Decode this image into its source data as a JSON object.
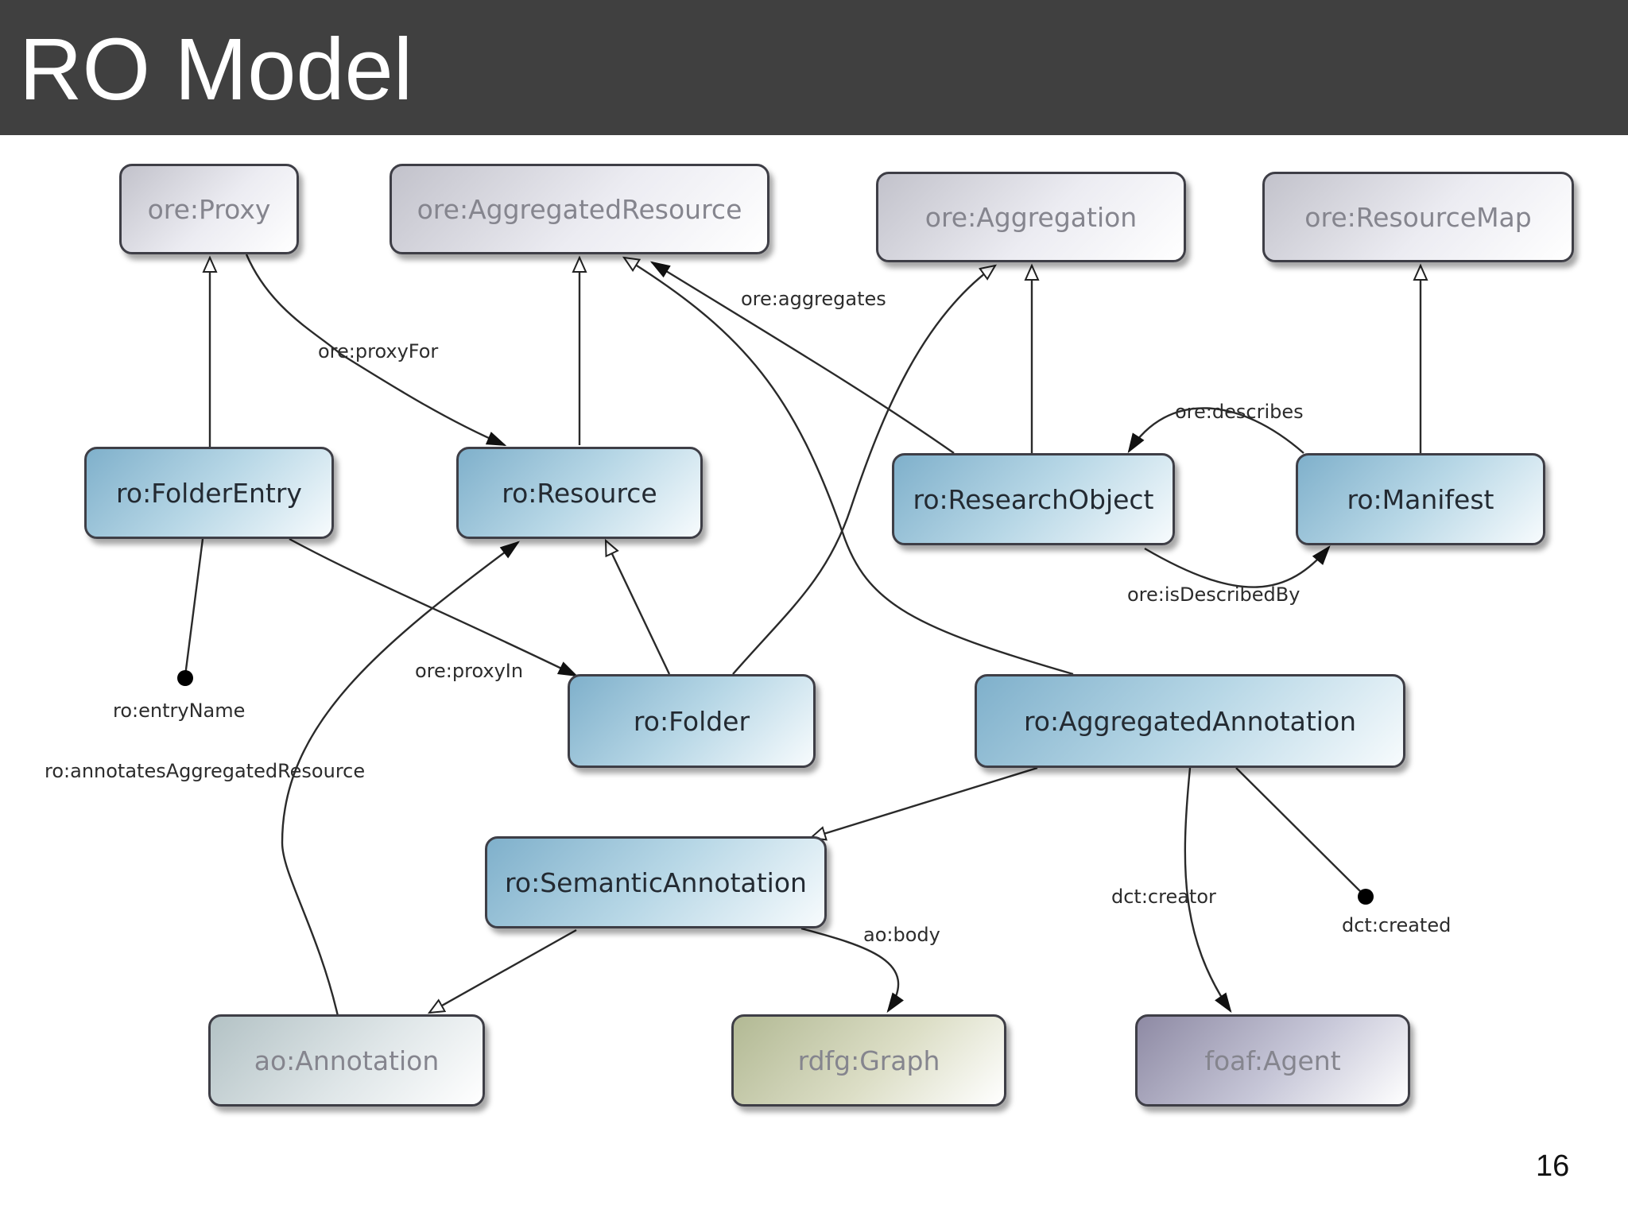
{
  "slide": {
    "title": "RO Model",
    "page_number": "16"
  },
  "nodes": {
    "ore_proxy": "ore:Proxy",
    "ore_aggregated_resource": "ore:AggregatedResource",
    "ore_aggregation": "ore:Aggregation",
    "ore_resource_map": "ore:ResourceMap",
    "ro_folder_entry": "ro:FolderEntry",
    "ro_resource": "ro:Resource",
    "ro_research_object": "ro:ResearchObject",
    "ro_manifest": "ro:Manifest",
    "ro_folder": "ro:Folder",
    "ro_aggregated_annotation": "ro:AggregatedAnnotation",
    "ro_semantic_annotation": "ro:SemanticAnnotation",
    "ao_annotation": "ao:Annotation",
    "rdfg_graph": "rdfg:Graph",
    "foaf_agent": "foaf:Agent"
  },
  "edge_labels": {
    "aggregates": "ore:aggregates",
    "proxy_for": "ore:proxyFor",
    "describes": "ore:describes",
    "is_described_by": "ore:isDescribedBy",
    "proxy_in": "ore:proxyIn",
    "entry_name": "ro:entryName",
    "annotates_aggregated_resource": "ro:annotatesAggregatedResource",
    "creator": "dct:creator",
    "created": "dct:created",
    "body": "ao:body"
  }
}
